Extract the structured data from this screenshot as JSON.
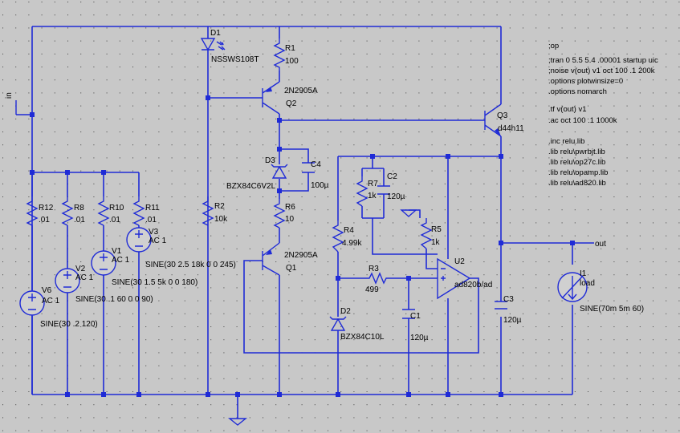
{
  "theme": {
    "wire_color": "#1f2bd6",
    "background": "#c8c8c8",
    "grid_dot_color": "#404040",
    "text_color": "#000000"
  },
  "components": {
    "D1": {
      "ref": "D1",
      "value": "NSSWS108T"
    },
    "R1": {
      "ref": "R1",
      "value": "100"
    },
    "Q2": {
      "ref": "Q2",
      "value": "2N2905A"
    },
    "Q3": {
      "ref": "Q3",
      "value": "d44h11"
    },
    "D3": {
      "ref": "D3",
      "value": "BZX84C6V2L"
    },
    "C4": {
      "ref": "C4",
      "value": "100µ"
    },
    "R6": {
      "ref": "R6",
      "value": "10"
    },
    "Q1": {
      "ref": "Q1",
      "value": "2N2905A"
    },
    "R2": {
      "ref": "R2",
      "value": "10k"
    },
    "R12": {
      "ref": "R12",
      "value": ".01"
    },
    "R8": {
      "ref": "R8",
      "value": ".01"
    },
    "R10": {
      "ref": "R10",
      "value": ".01"
    },
    "R11": {
      "ref": "R11",
      "value": ".01"
    },
    "V1": {
      "ref": "V1",
      "ac": "AC 1",
      "value": "SINE(30 1.5 5k 0 0 180)"
    },
    "V2": {
      "ref": "V2",
      "ac": "AC 1",
      "value": "SINE(30 .1 60 0 0 90)"
    },
    "V3": {
      "ref": "V3",
      "ac": "AC 1",
      "value": "SINE(30 2.5 18k 0 0 245)"
    },
    "V6": {
      "ref": "V6",
      "ac": "AC 1",
      "value": "SINE(30 .2 120)"
    },
    "R7": {
      "ref": "R7",
      "value": "1k"
    },
    "C2": {
      "ref": "C2",
      "value": "120µ"
    },
    "R4": {
      "ref": "R4",
      "value": "4.99k"
    },
    "R5": {
      "ref": "R5",
      "value": "1k"
    },
    "U2": {
      "ref": "U2",
      "value": "ad820b/ad"
    },
    "R3": {
      "ref": "R3",
      "value": "499"
    },
    "D2": {
      "ref": "D2",
      "value": "BZX84C10L"
    },
    "C1": {
      "ref": "C1",
      "value": "120µ"
    },
    "C3": {
      "ref": "C3",
      "value": "120µ"
    },
    "I1": {
      "ref": "I1",
      "value": "load",
      "wave": "SINE(70m 5m 60)"
    }
  },
  "net_labels": {
    "in": "in",
    "out": "out"
  },
  "directives": [
    ";op",
    ";tran 0 5.5 5.4 .00001 startup uic",
    ";noise v(out) v1 oct 100 .1 200k",
    ".options plotwinsize=0",
    ".options nomarch",
    ".tf v(out) v1",
    ".ac oct 100 .1 1000k",
    ".inc relu.lib",
    ".lib relu\\pwrbjt.lib",
    ".lib relu\\op27c.lib",
    ".lib relu\\opamp.lib",
    ".lib relu\\ad820.lib"
  ]
}
